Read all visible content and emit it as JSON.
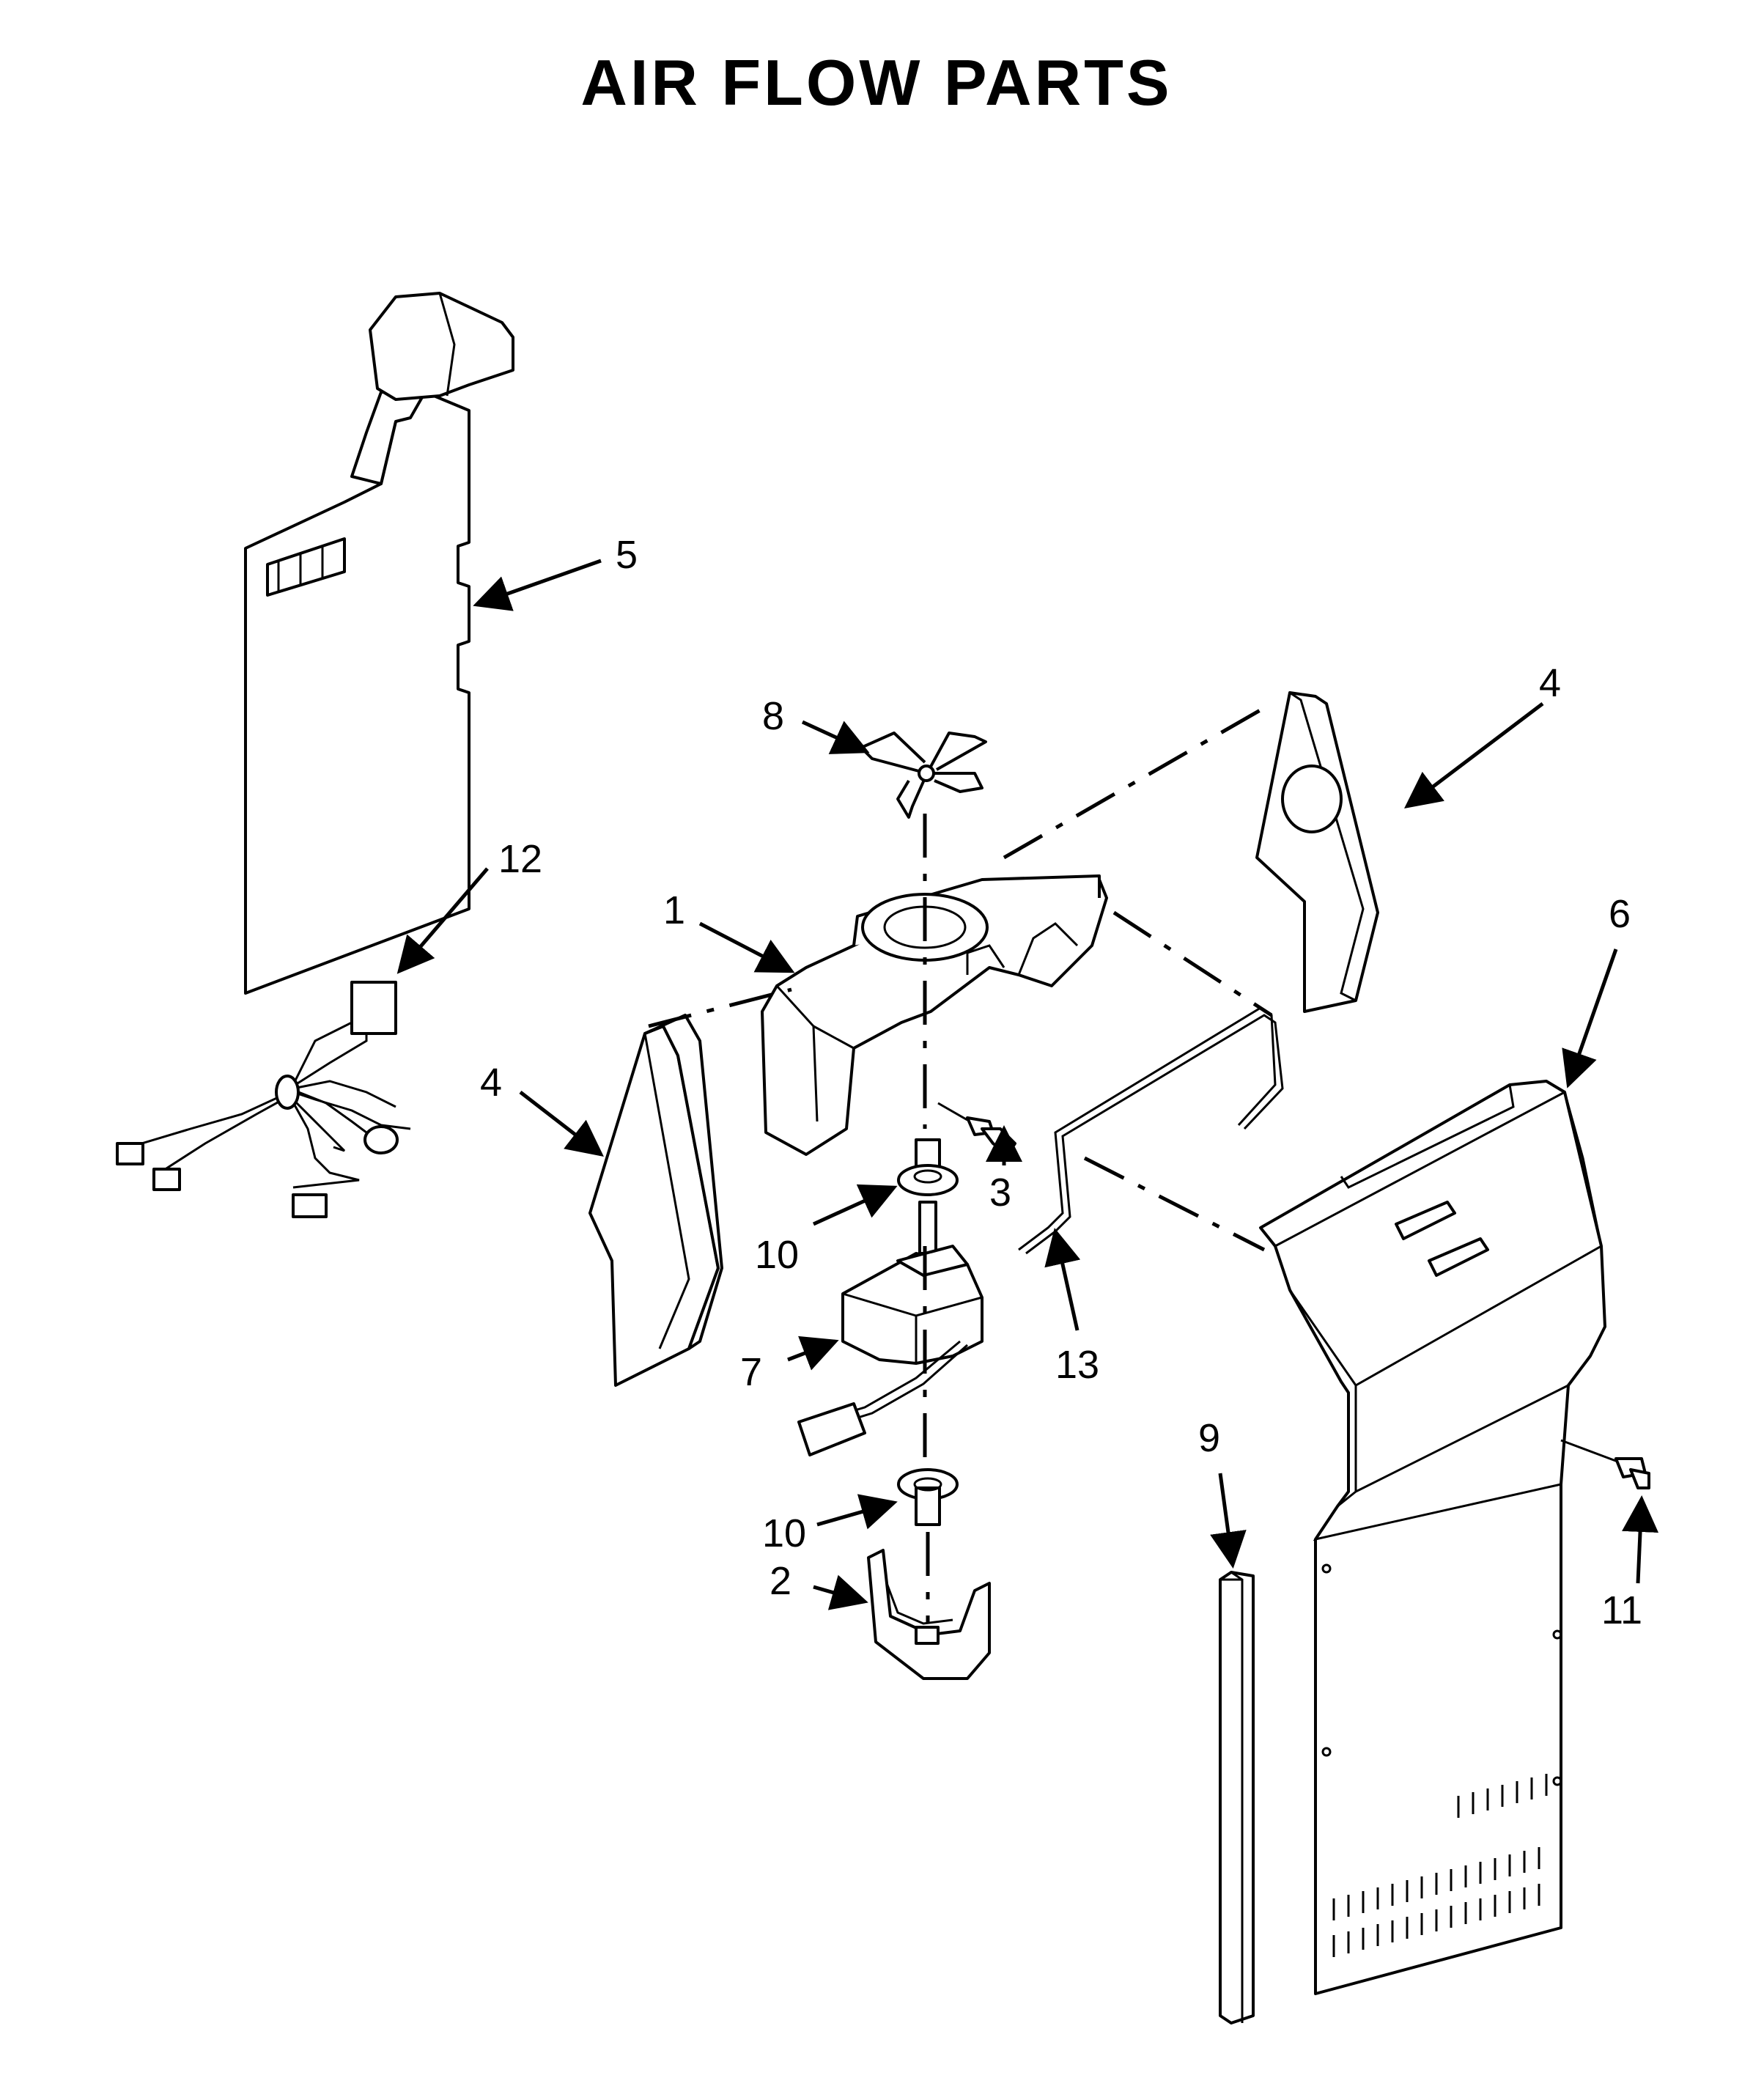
{
  "title": "AIR FLOW PARTS",
  "callouts": [
    {
      "id": "1",
      "label": "1"
    },
    {
      "id": "2",
      "label": "2"
    },
    {
      "id": "3",
      "label": "3"
    },
    {
      "id": "4a",
      "label": "4"
    },
    {
      "id": "4b",
      "label": "4"
    },
    {
      "id": "5",
      "label": "5"
    },
    {
      "id": "6",
      "label": "6"
    },
    {
      "id": "7",
      "label": "7"
    },
    {
      "id": "8",
      "label": "8"
    },
    {
      "id": "9",
      "label": "9"
    },
    {
      "id": "10a",
      "label": "10"
    },
    {
      "id": "10b",
      "label": "10"
    },
    {
      "id": "11",
      "label": "11"
    },
    {
      "id": "12",
      "label": "12"
    },
    {
      "id": "13",
      "label": "13"
    }
  ]
}
